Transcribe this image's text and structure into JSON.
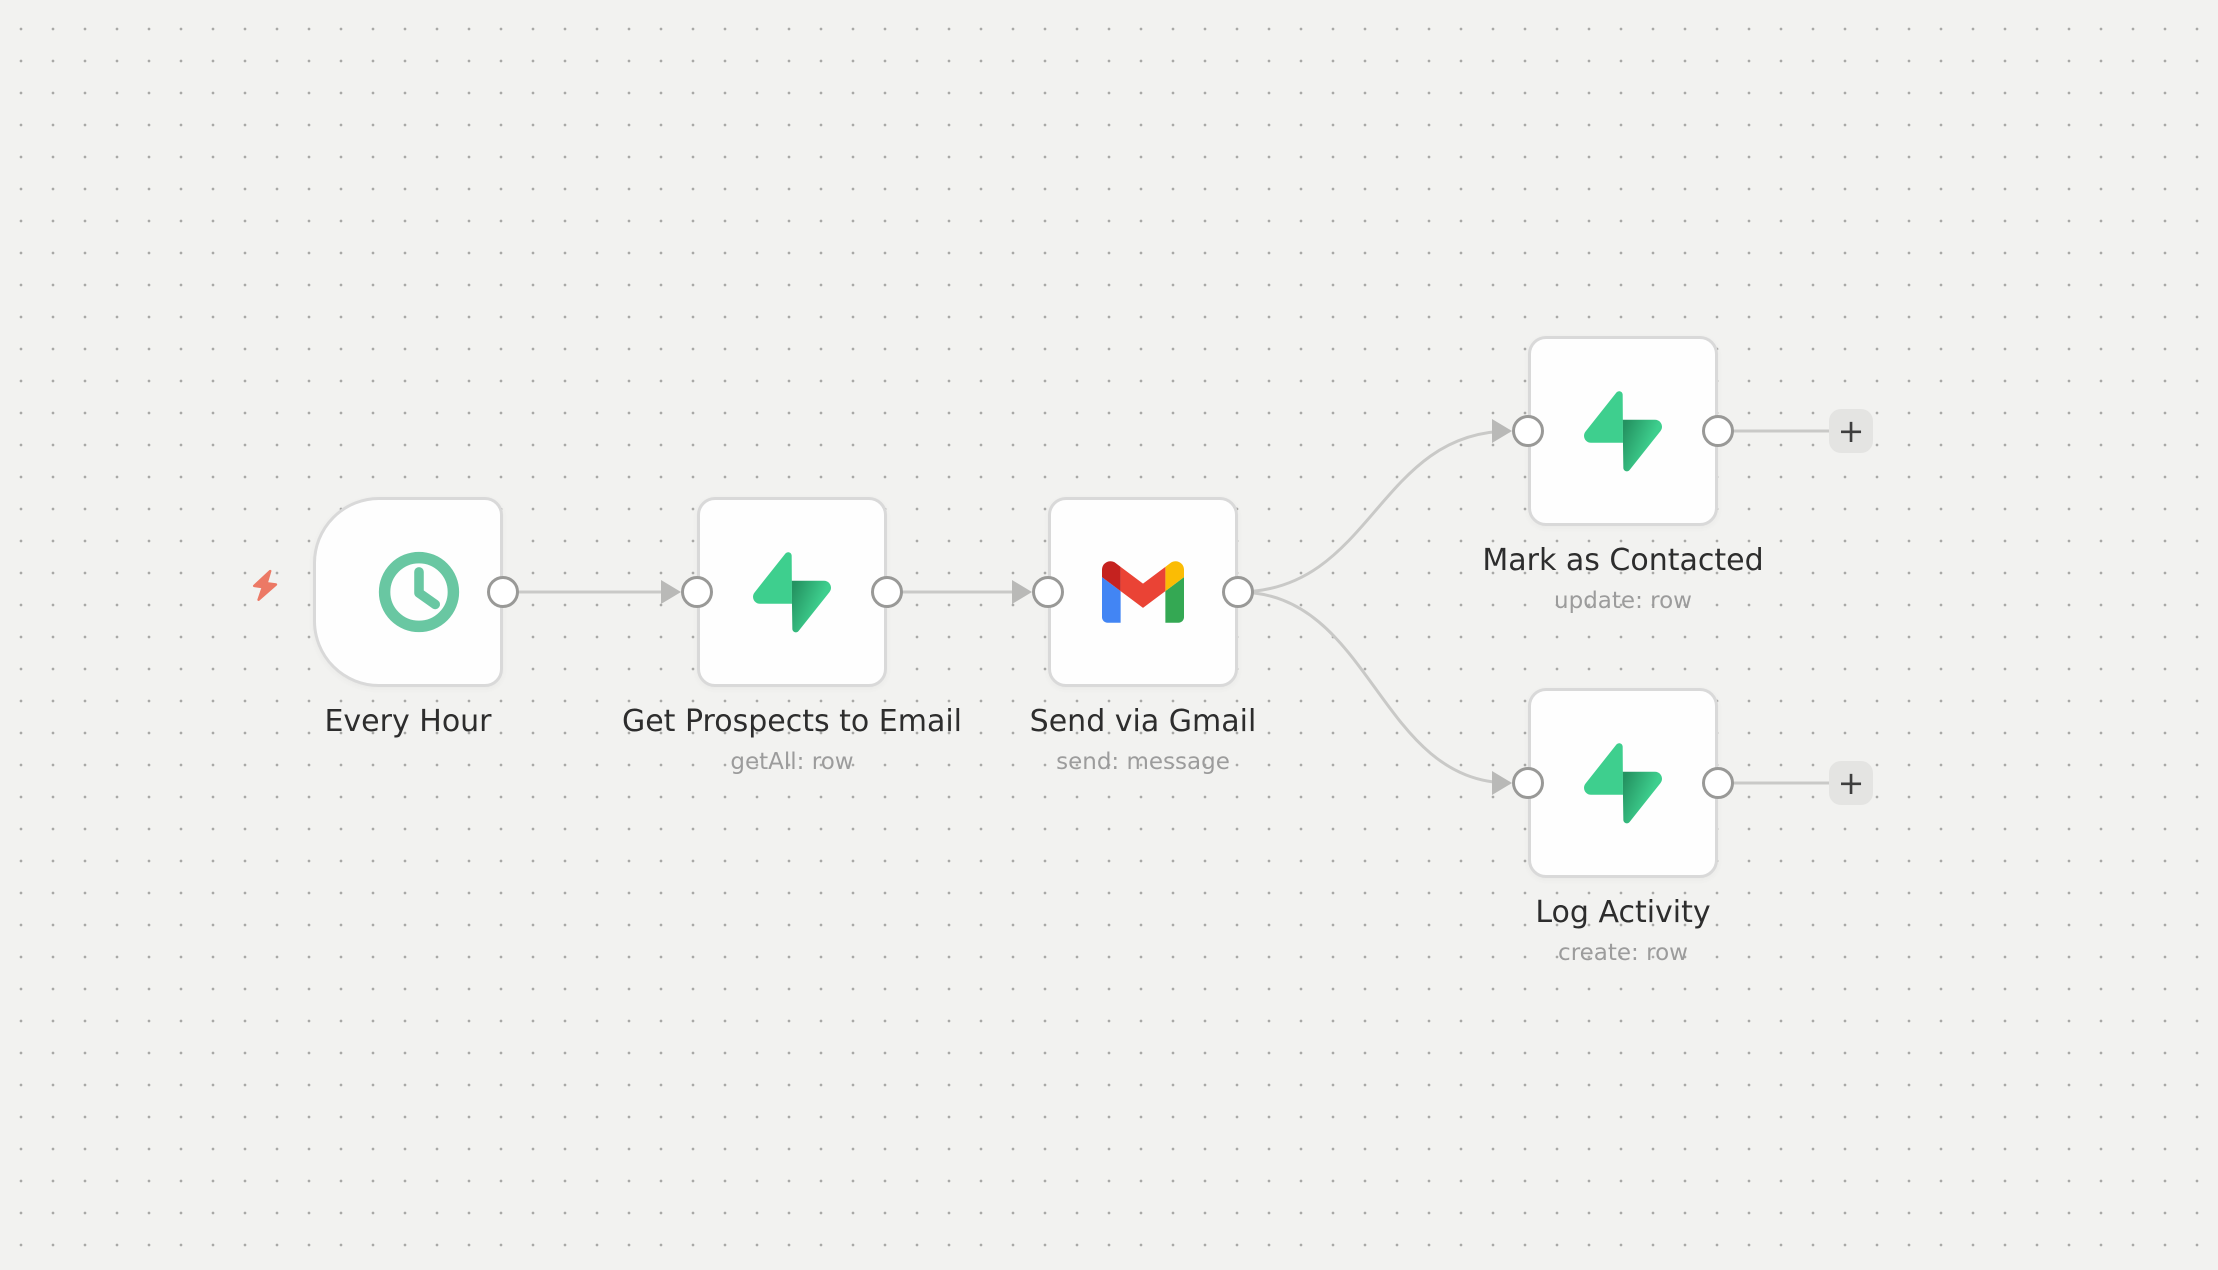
{
  "canvas": {
    "background_color": "#f2f2f0",
    "dot_color": "#a9a9a7",
    "edge_color": "#c9c9c7"
  },
  "trigger_indicator": {
    "icon": "lightning-bolt-icon",
    "color": "#EC7965"
  },
  "nodes": [
    {
      "id": "every-hour",
      "label": "Every Hour",
      "subtitle": "",
      "icon": "clock-icon",
      "icon_color": "#69C7A2",
      "shape": "trigger-rounded-left"
    },
    {
      "id": "get-prospects-to-email",
      "label": "Get Prospects to Email",
      "subtitle": "getAll: row",
      "icon": "supabase-icon",
      "icon_colors": {
        "light_green": "#3ECF8E",
        "dark_green": "#249361"
      }
    },
    {
      "id": "send-via-gmail",
      "label": "Send via Gmail",
      "subtitle": "send: message",
      "icon": "gmail-icon",
      "icon_colors": {
        "blue": "#4285F4",
        "green": "#34A853",
        "yellow": "#FBBC04",
        "red": "#EA4335",
        "dark_red": "#C5221F"
      }
    },
    {
      "id": "mark-as-contacted",
      "label": "Mark as Contacted",
      "subtitle": "update: row",
      "icon": "supabase-icon",
      "icon_colors": {
        "light_green": "#3ECF8E",
        "dark_green": "#249361"
      }
    },
    {
      "id": "log-activity",
      "label": "Log Activity",
      "subtitle": "create: row",
      "icon": "supabase-icon",
      "icon_colors": {
        "light_green": "#3ECF8E",
        "dark_green": "#249361"
      }
    }
  ],
  "add_button": {
    "label": "+"
  }
}
